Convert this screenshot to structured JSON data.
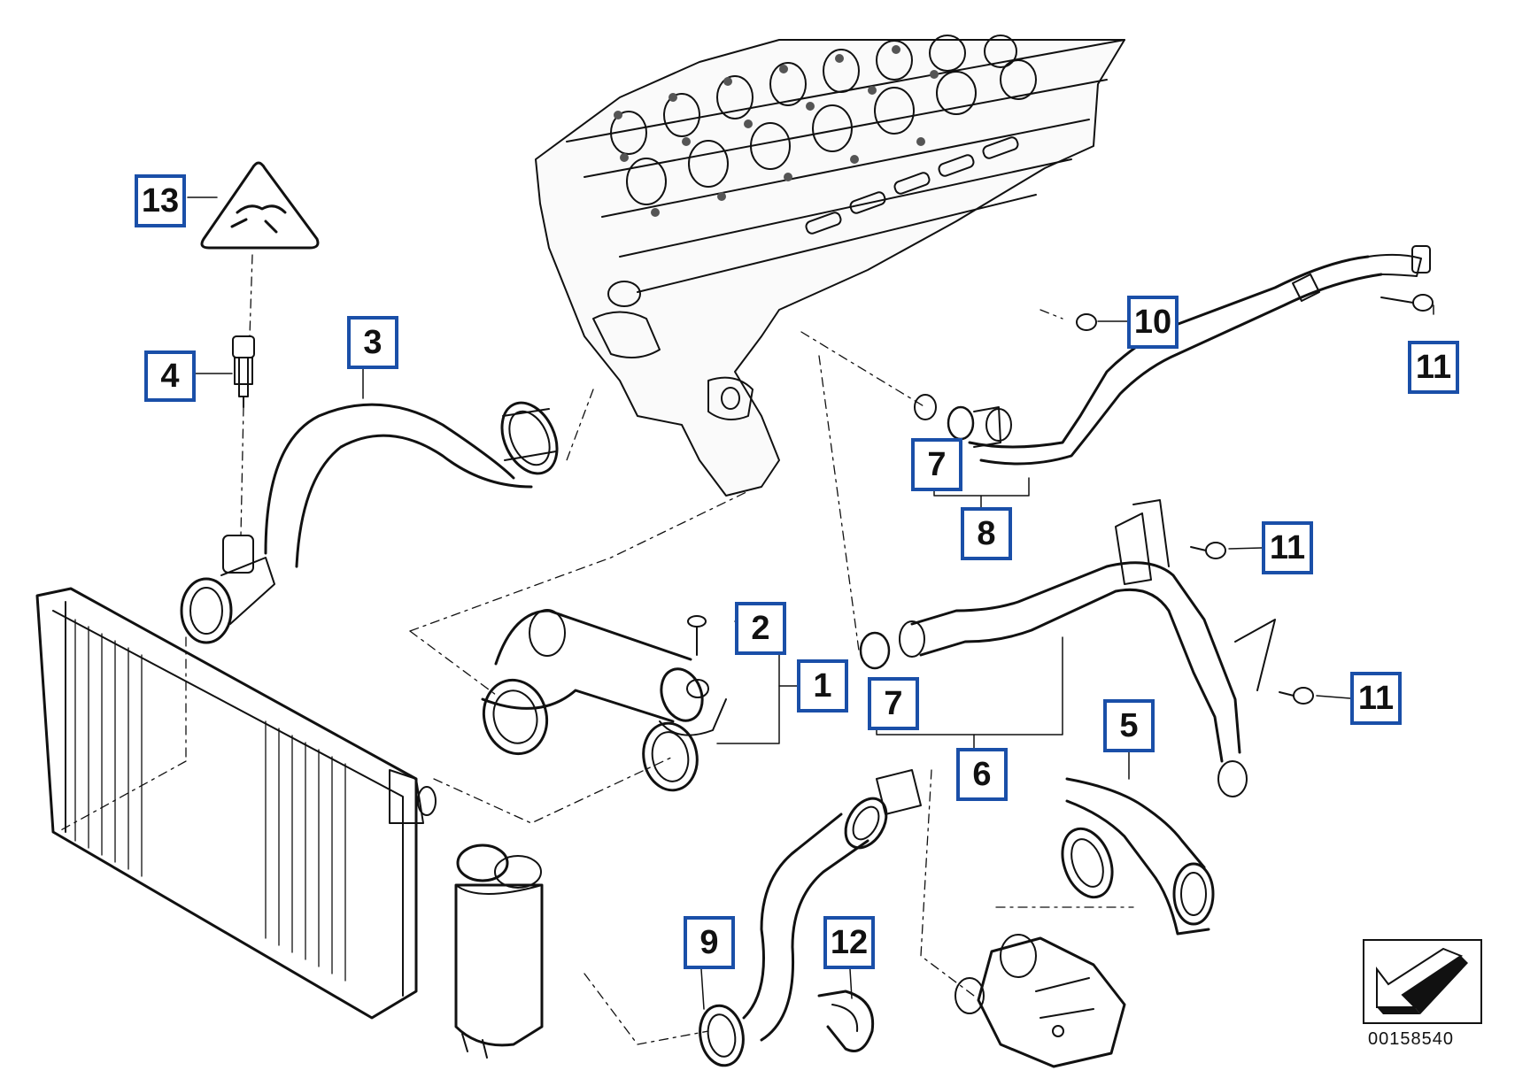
{
  "diagram": {
    "callouts": [
      "13",
      "4",
      "3",
      "10",
      "11",
      "7",
      "8",
      "11",
      "2",
      "1",
      "11",
      "7",
      "5",
      "6",
      "9",
      "12"
    ],
    "reference_number": "00158540"
  },
  "icons": {
    "warning": "hot-coolant-warning-icon",
    "orientation": "direction-arrow-icon"
  },
  "colors": {
    "callout_border": "#1a4fa8",
    "line": "#111111",
    "background": "#ffffff"
  }
}
